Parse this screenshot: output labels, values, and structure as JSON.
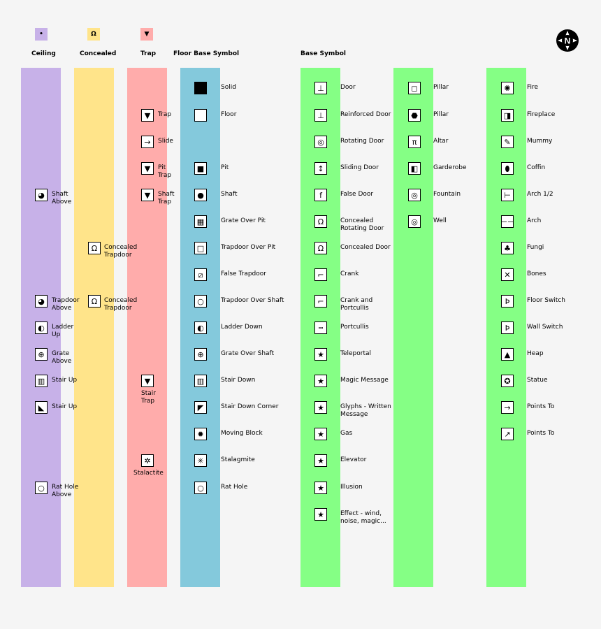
{
  "legend": {
    "ceiling": {
      "label": "Ceiling",
      "color": "#c7b1e8",
      "glyph": "•"
    },
    "concealed": {
      "label": "Concealed",
      "color": "#ffe48a",
      "glyph": "Ω"
    },
    "trap": {
      "label": "Trap",
      "color": "#ffacab",
      "glyph": "▼"
    },
    "floor_base": {
      "label": "Floor Base Symbol",
      "color": "#84c9dc"
    },
    "base": {
      "label": "Base Symbol",
      "color": "#85ff85"
    }
  },
  "compass_letter": "N",
  "columns": {
    "ceiling": [
      {
        "label": "Shaft Above",
        "icon": "shaft-above-icon",
        "glyph": "◕"
      },
      {
        "label": "Trapdoor Above",
        "icon": "trapdoor-above-icon",
        "glyph": "◕"
      },
      {
        "label": "Ladder Up",
        "icon": "ladder-up-icon",
        "glyph": "◐"
      },
      {
        "label": "Grate Above",
        "icon": "grate-above-icon",
        "glyph": "⊕"
      },
      {
        "label": "Stair Up",
        "icon": "stair-up-icon",
        "glyph": "▥"
      },
      {
        "label": "Stair Up",
        "icon": "stair-up-corner-icon",
        "glyph": "◣"
      },
      {
        "label": "Rat Hole Above",
        "icon": "rat-hole-above-icon",
        "glyph": "○"
      }
    ],
    "concealed": [
      {
        "label": "Concealed Trapdoor",
        "icon": "concealed-trapdoor-icon",
        "glyph": "Ω"
      },
      {
        "label": "Concealed Trapdoor",
        "icon": "concealed-trapdoor-shaft-icon",
        "glyph": "Ω"
      }
    ],
    "trap": [
      {
        "label": "Trap",
        "icon": "trap-icon",
        "glyph": "▼"
      },
      {
        "label": "Slide",
        "icon": "slide-icon",
        "glyph": "→"
      },
      {
        "label": "Pit Trap",
        "icon": "pit-trap-icon",
        "glyph": "▼"
      },
      {
        "label": "Shaft Trap",
        "icon": "shaft-trap-icon",
        "glyph": "▼"
      },
      {
        "label": "Stair Trap",
        "icon": "stair-trap-icon",
        "glyph": "▼"
      },
      {
        "label": "Stalactite",
        "icon": "stalactite-icon",
        "glyph": "✲"
      }
    ],
    "floor_base": [
      {
        "label": "Solid",
        "icon": "solid-icon",
        "glyph": ""
      },
      {
        "label": "Floor",
        "icon": "floor-icon",
        "glyph": ""
      },
      {
        "label": "Pit",
        "icon": "pit-icon",
        "glyph": "■"
      },
      {
        "label": "Shaft",
        "icon": "shaft-icon",
        "glyph": "●"
      },
      {
        "label": "Grate Over Pit",
        "icon": "grate-over-pit-icon",
        "glyph": "▦"
      },
      {
        "label": "Trapdoor Over Pit",
        "icon": "trapdoor-over-pit-icon",
        "glyph": "□"
      },
      {
        "label": "False Trapdoor",
        "icon": "false-trapdoor-icon",
        "glyph": "⧄"
      },
      {
        "label": "Trapdoor Over Shaft",
        "icon": "trapdoor-over-shaft-icon",
        "glyph": "○"
      },
      {
        "label": "Ladder Down",
        "icon": "ladder-down-icon",
        "glyph": "◐"
      },
      {
        "label": "Grate Over Shaft",
        "icon": "grate-over-shaft-icon",
        "glyph": "⊕"
      },
      {
        "label": "Stair Down",
        "icon": "stair-down-icon",
        "glyph": "▥"
      },
      {
        "label": "Stair Down Corner",
        "icon": "stair-down-corner-icon",
        "glyph": "◤"
      },
      {
        "label": "Moving Block",
        "icon": "moving-block-icon",
        "glyph": "✹"
      },
      {
        "label": "Stalagmite",
        "icon": "stalagmite-icon",
        "glyph": "✳"
      },
      {
        "label": "Rat Hole",
        "icon": "rat-hole-icon",
        "glyph": "○"
      }
    ],
    "base1": [
      {
        "label": "Door",
        "icon": "door-icon",
        "glyph": "⊥"
      },
      {
        "label": "Reinforced Door",
        "icon": "reinforced-door-icon",
        "glyph": "⊥"
      },
      {
        "label": "Rotating Door",
        "icon": "rotating-door-icon",
        "glyph": "◎"
      },
      {
        "label": "Sliding Door",
        "icon": "sliding-door-icon",
        "glyph": "↕"
      },
      {
        "label": "False Door",
        "icon": "false-door-icon",
        "glyph": "f"
      },
      {
        "label": "Concealed Rotating Door",
        "icon": "concealed-rotating-door-icon",
        "glyph": "Ω"
      },
      {
        "label": "Concealed Door",
        "icon": "concealed-door-icon",
        "glyph": "Ω"
      },
      {
        "label": "Crank",
        "icon": "crank-icon",
        "glyph": "⌐"
      },
      {
        "label": "Crank and Portcullis",
        "icon": "crank-portcullis-icon",
        "glyph": "⌐"
      },
      {
        "label": "Portcullis",
        "icon": "portcullis-icon",
        "glyph": "┅"
      },
      {
        "label": "Teleportal",
        "icon": "teleportal-icon",
        "glyph": "★"
      },
      {
        "label": "Magic Message",
        "icon": "magic-message-icon",
        "glyph": "★"
      },
      {
        "label": "Glyphs - Written Message",
        "icon": "glyphs-icon",
        "glyph": "★"
      },
      {
        "label": "Gas",
        "icon": "gas-icon",
        "glyph": "★"
      },
      {
        "label": "Elevator",
        "icon": "elevator-icon",
        "glyph": "★"
      },
      {
        "label": "Illusion",
        "icon": "illusion-icon",
        "glyph": "★"
      },
      {
        "label": "Effect - wind, noise, magic...",
        "icon": "effect-icon",
        "glyph": "★"
      }
    ],
    "base2": [
      {
        "label": "Pillar",
        "icon": "pillar-icon",
        "glyph": "◻"
      },
      {
        "label": "Pillar",
        "icon": "pillar-round-icon",
        "glyph": "⬣"
      },
      {
        "label": "Altar",
        "icon": "altar-icon",
        "glyph": "π"
      },
      {
        "label": "Garderobe",
        "icon": "garderobe-icon",
        "glyph": "◧"
      },
      {
        "label": "Fountain",
        "icon": "fountain-icon",
        "glyph": "◎"
      },
      {
        "label": "Well",
        "icon": "well-icon",
        "glyph": "◎"
      }
    ],
    "base3": [
      {
        "label": "Fire",
        "icon": "fire-icon",
        "glyph": "✺"
      },
      {
        "label": "Fireplace",
        "icon": "fireplace-icon",
        "glyph": "◨"
      },
      {
        "label": "Mummy",
        "icon": "mummy-icon",
        "glyph": "✎"
      },
      {
        "label": "Coffin",
        "icon": "coffin-icon",
        "glyph": "⬮"
      },
      {
        "label": "Arch 1/2",
        "icon": "arch-half-icon",
        "glyph": "⊢"
      },
      {
        "label": "Arch",
        "icon": "arch-icon",
        "glyph": "⊢⊣"
      },
      {
        "label": "Fungi",
        "icon": "fungi-icon",
        "glyph": "♣"
      },
      {
        "label": "Bones",
        "icon": "bones-icon",
        "glyph": "✕"
      },
      {
        "label": "Floor Switch",
        "icon": "floor-switch-icon",
        "glyph": "Þ"
      },
      {
        "label": "Wall Switch",
        "icon": "wall-switch-icon",
        "glyph": "Þ"
      },
      {
        "label": "Heap",
        "icon": "heap-icon",
        "glyph": "▲"
      },
      {
        "label": "Statue",
        "icon": "statue-icon",
        "glyph": "✪"
      },
      {
        "label": "Points To",
        "icon": "points-to-icon",
        "glyph": "→"
      },
      {
        "label": "Points To",
        "icon": "points-to-diag-icon",
        "glyph": "↗"
      }
    ]
  }
}
